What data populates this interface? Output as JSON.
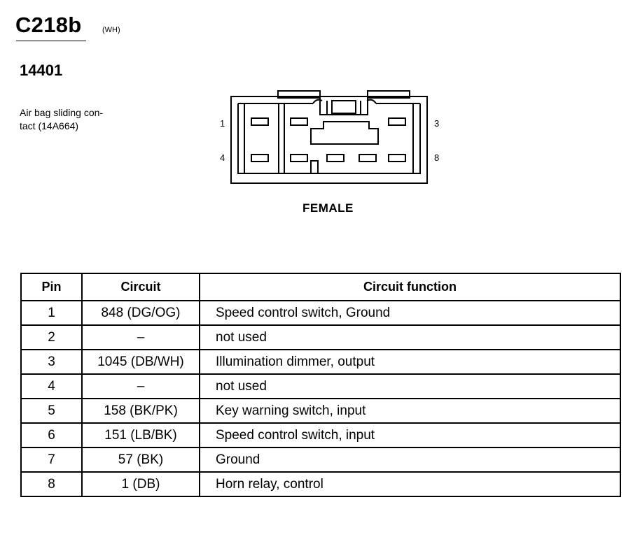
{
  "header": {
    "connector_id": "C218b",
    "color_code": "(WH)",
    "part_number": "14401",
    "description_line1": "Air bag sliding con-",
    "description_line2": "tact (14A664)"
  },
  "connector_view": {
    "pin_labels": {
      "top_left": "1",
      "top_right": "3",
      "bottom_left": "4",
      "bottom_right": "8"
    },
    "gender": "FEMALE"
  },
  "pinout_table": {
    "headers": {
      "pin": "Pin",
      "circuit": "Circuit",
      "function": "Circuit function"
    },
    "rows": [
      {
        "pin": "1",
        "circuit": "848 (DG/OG)",
        "function": "Speed control switch, Ground"
      },
      {
        "pin": "2",
        "circuit": "–",
        "function": "not used"
      },
      {
        "pin": "3",
        "circuit": "1045 (DB/WH)",
        "function": "Illumination dimmer, output"
      },
      {
        "pin": "4",
        "circuit": "–",
        "function": "not used"
      },
      {
        "pin": "5",
        "circuit": "158 (BK/PK)",
        "function": "Key warning switch, input"
      },
      {
        "pin": "6",
        "circuit": "151 (LB/BK)",
        "function": "Speed control switch, input"
      },
      {
        "pin": "7",
        "circuit": "57 (BK)",
        "function": "Ground"
      },
      {
        "pin": "8",
        "circuit": "1 (DB)",
        "function": "Horn relay, control"
      }
    ]
  }
}
